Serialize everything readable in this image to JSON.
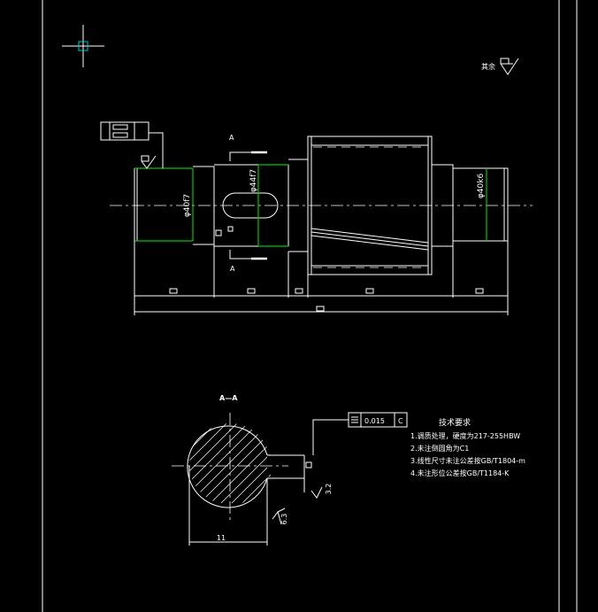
{
  "drawing": {
    "section_mark_top": "A",
    "section_mark_bottom": "A",
    "section_view_title": "A—A",
    "diam_left": "φ40f7",
    "diam_mid": "φ44f7",
    "diam_right": "φ40k6",
    "surface_note": "其余",
    "flatness_tol": "0.015",
    "flatness_datum": "C",
    "roughness_a": "3.2",
    "roughness_b": "6.3",
    "dim_bottom": "11",
    "tech_title": "技术要求",
    "tech_items": [
      "1.调质处理，硬度为217-255HBW",
      "2.未注倒圆角为C1",
      "3.线性尺寸未注公差按GB/T1804-m",
      "4.未注形位公差按GB/T1184-K"
    ]
  },
  "colors": {
    "background": "#000000",
    "lines": "#ffffff",
    "highlight": "#00c800",
    "cursor": "#00c8c8"
  }
}
